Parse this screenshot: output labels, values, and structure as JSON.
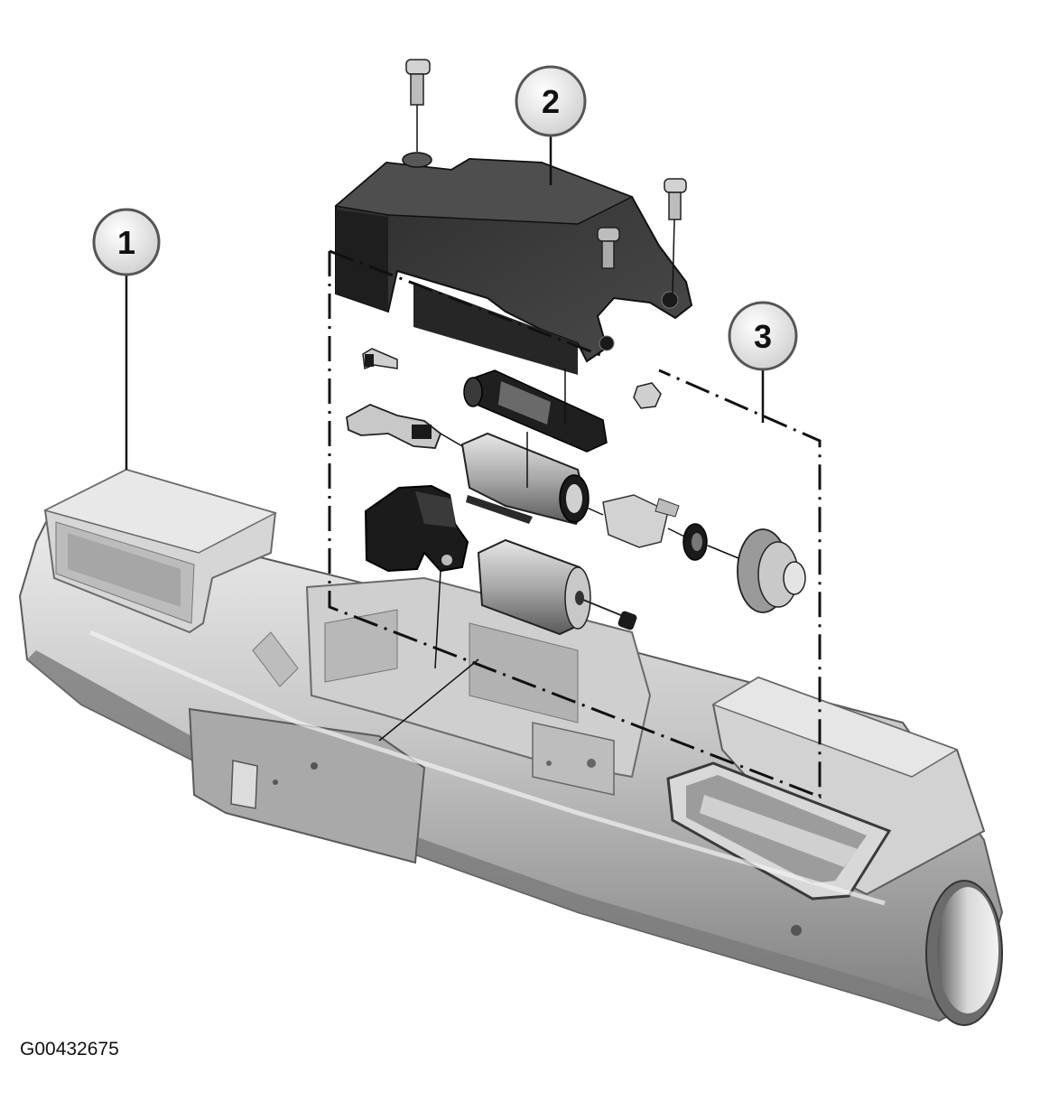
{
  "figure": {
    "id": "G00432675",
    "colors": {
      "housing": "#c4c4c4",
      "housing_dark": "#8d8d8d",
      "housing_light": "#e2e2e2",
      "cover": "#3a3a3a",
      "dark_part": "#1c1c1c",
      "callout_fill": "#eeeeee",
      "line": "#111111"
    }
  },
  "callouts": [
    {
      "label": "1"
    },
    {
      "label": "2"
    },
    {
      "label": "3"
    }
  ]
}
